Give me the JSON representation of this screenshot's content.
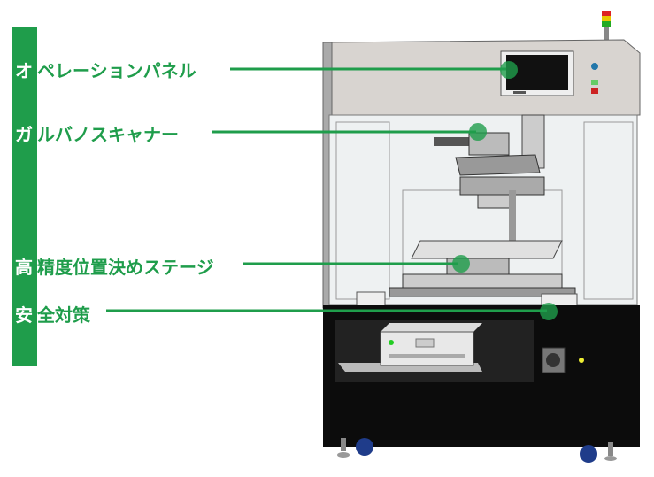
{
  "labels": [
    {
      "first": "オ",
      "rest": "ペレーションパネル"
    },
    {
      "first": "ガ",
      "rest": "ルバノスキャナー"
    },
    {
      "first": "高",
      "rest": "精度位置決めステージ"
    },
    {
      "first": "安",
      "rest": "全対策"
    }
  ],
  "colors": {
    "accent": "#1f9d4b",
    "cabinet_top": "#d8d4d0",
    "base": "#0c0c0c"
  }
}
